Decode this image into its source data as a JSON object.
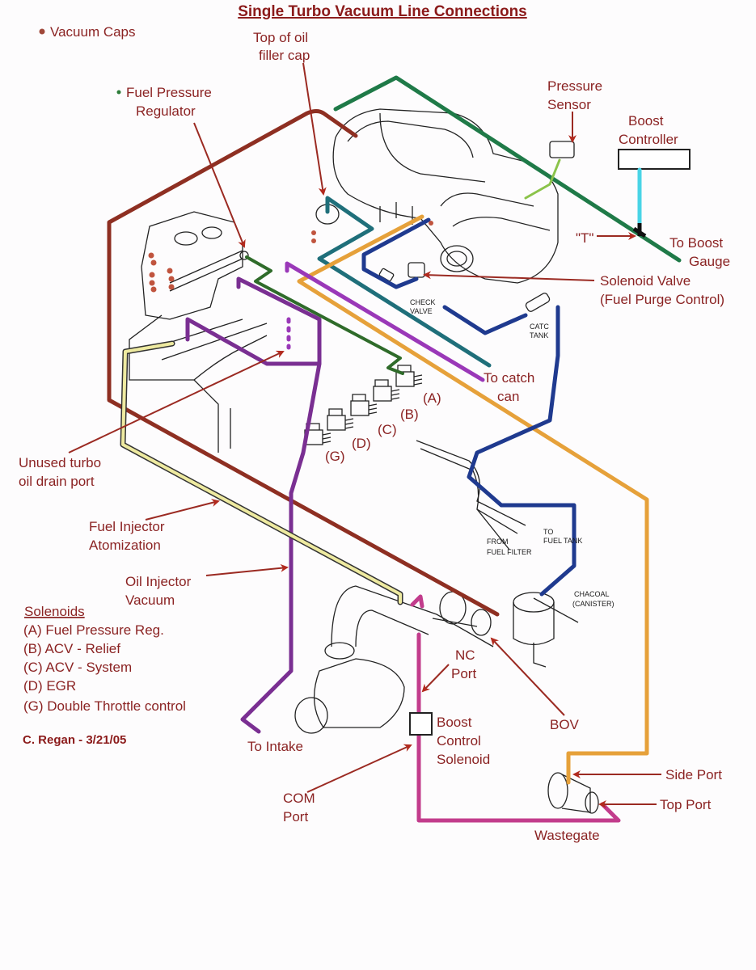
{
  "title": "Single Turbo Vacuum Line Connections",
  "legend": {
    "vacuum_caps": "Vacuum Caps",
    "vacuum_caps_color": "#a0483a",
    "fuel_pressure_regulator": [
      "Fuel Pressure",
      "Regulator"
    ],
    "fuel_pressure_regulator_color": "#2e7d3a"
  },
  "labels": {
    "oil_filler": [
      "Top of oil",
      "filler cap"
    ],
    "pressure_sensor": [
      "Pressure",
      "Sensor"
    ],
    "boost_controller": [
      "Boost",
      "Controller"
    ],
    "tee": "\"T\"",
    "to_boost_gauge": [
      "To Boost",
      "Gauge"
    ],
    "solenoid_valve": [
      "Solenoid Valve",
      "(Fuel Purge Control)"
    ],
    "check_valve": [
      "CHECK",
      "VALVE"
    ],
    "catch_tank": [
      "CATC",
      "TANK"
    ],
    "to_catch_can": [
      "To catch",
      "can"
    ],
    "solenoid_marks": [
      "(A)",
      "(B)",
      "(C)",
      "(D)",
      "(G)"
    ],
    "unused_turbo": [
      "Unused turbo",
      "oil drain port"
    ],
    "fuel_injector": [
      "Fuel Injector",
      "Atomization"
    ],
    "oil_injector": [
      "Oil Injector",
      "Vacuum"
    ],
    "to_fuel_tank": [
      "TO",
      "FUEL TANK"
    ],
    "from_fuel_filter": [
      "FROM",
      "FUEL FILTER"
    ],
    "charcoal": [
      "CHACOAL",
      "(CANISTER)"
    ],
    "nc_port": [
      "NC",
      "Port"
    ],
    "boost_control_solenoid": [
      "Boost",
      "Control",
      "Solenoid"
    ],
    "bov": "BOV",
    "to_intake": "To Intake",
    "com_port": [
      "COM",
      "Port"
    ],
    "side_port": "Side Port",
    "top_port": "Top Port",
    "wastegate": "Wastegate"
  },
  "solenoids": {
    "heading": "Solenoids",
    "items": [
      "(A) Fuel Pressure Reg.",
      "(B) ACV - Relief",
      "(C) ACV - System",
      "(D) EGR",
      "(G) Double Throttle control"
    ]
  },
  "credit": "C. Regan - 3/21/05",
  "hose_colors": {
    "red_brown": "#8e2f22",
    "green": "#1f7a48",
    "dark_green": "#2f6b2a",
    "teal": "#1f6f7a",
    "orange": "#e6a13a",
    "purple": "#9a38b8",
    "dark_purple": "#7a2f92",
    "navy": "#1f3a8f",
    "yellow": "#eeeaa0",
    "magenta": "#c23c8c",
    "cyan": "#49d4e6",
    "lime": "#8bc34a",
    "label_red": "#8b2323"
  }
}
